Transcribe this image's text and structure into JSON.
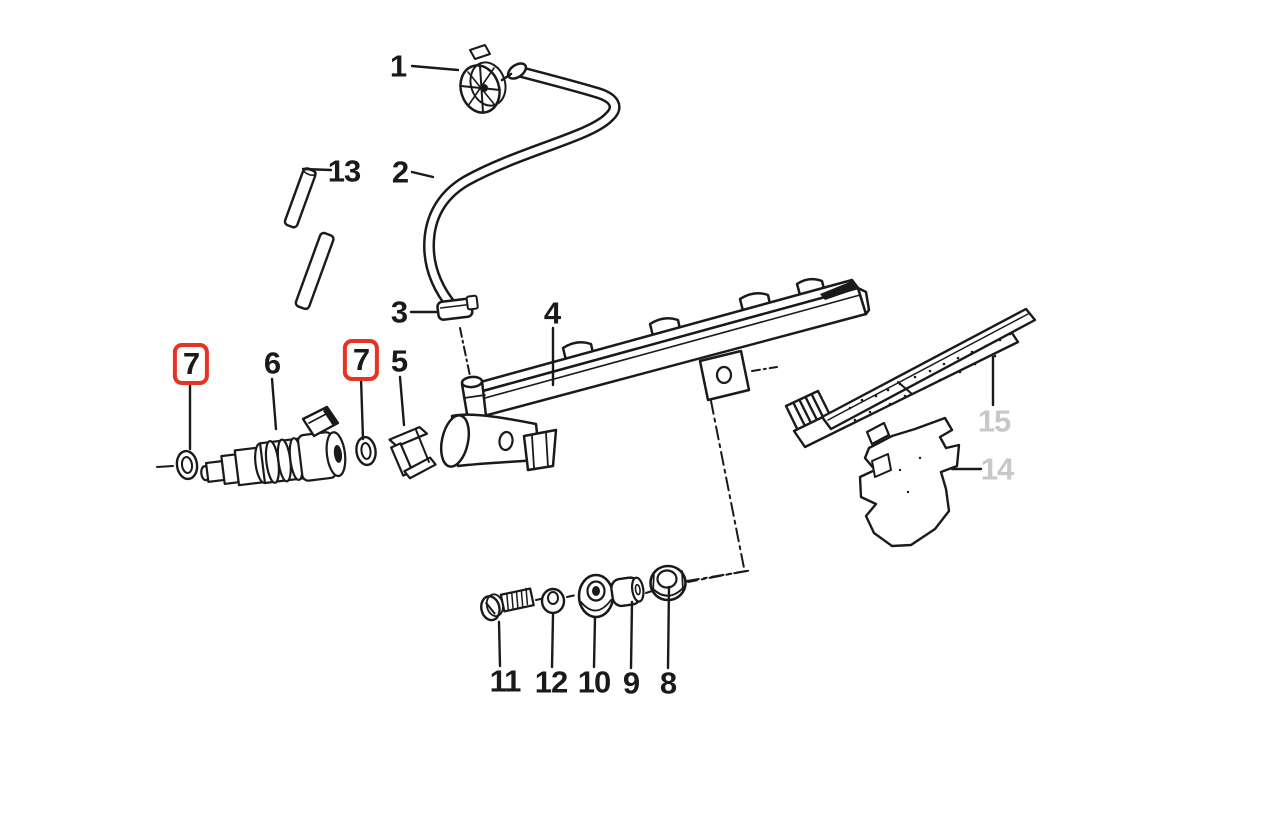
{
  "diagram_type": "exploded-parts-diagram",
  "colors": {
    "background": "#ffffff",
    "ink": "#1a1a1a",
    "highlight_box": "#e63323",
    "muted_label": "#c8c8c8"
  },
  "highlighted_part_number": "7",
  "callouts": [
    {
      "text": "1",
      "highlighted": false,
      "muted": false
    },
    {
      "text": "2",
      "highlighted": false,
      "muted": false
    },
    {
      "text": "13",
      "highlighted": false,
      "muted": false
    },
    {
      "text": "3",
      "highlighted": false,
      "muted": false
    },
    {
      "text": "4",
      "highlighted": false,
      "muted": false
    },
    {
      "text": "7",
      "highlighted": true,
      "muted": false
    },
    {
      "text": "6",
      "highlighted": false,
      "muted": false
    },
    {
      "text": "7",
      "highlighted": true,
      "muted": false
    },
    {
      "text": "5",
      "highlighted": false,
      "muted": false
    },
    {
      "text": "15",
      "highlighted": false,
      "muted": true
    },
    {
      "text": "14",
      "highlighted": false,
      "muted": true
    },
    {
      "text": "11",
      "highlighted": false,
      "muted": false
    },
    {
      "text": "12",
      "highlighted": false,
      "muted": false
    },
    {
      "text": "10",
      "highlighted": false,
      "muted": false
    },
    {
      "text": "9",
      "highlighted": false,
      "muted": false
    },
    {
      "text": "8",
      "highlighted": false,
      "muted": false
    }
  ]
}
